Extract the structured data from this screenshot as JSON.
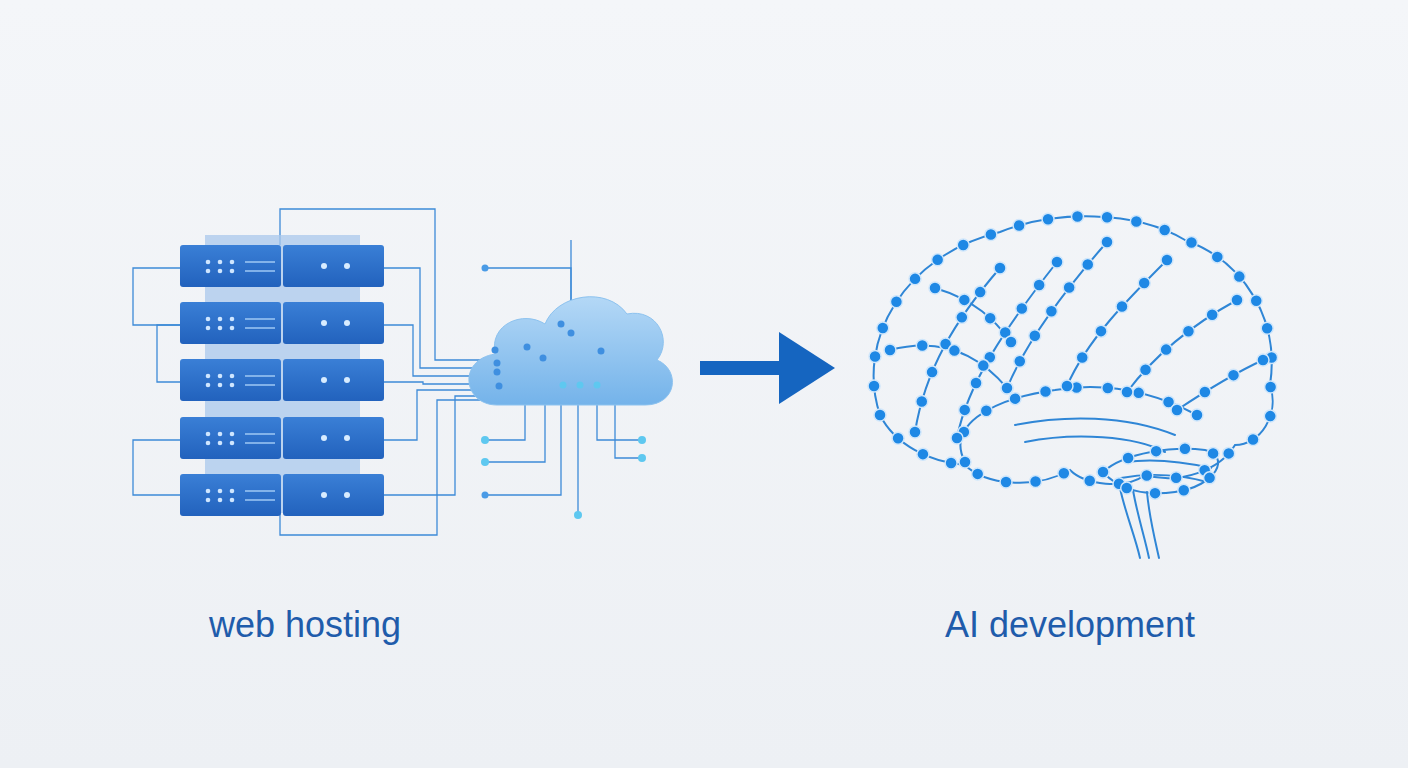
{
  "diagram": {
    "nodes": [
      {
        "text": [
          "web hosting"
        ]
      },
      {
        "text": [
          "AI development"
        ]
      }
    ],
    "edges": [
      {
        "from": 0,
        "to": 1,
        "arrow": "to"
      }
    ]
  }
}
